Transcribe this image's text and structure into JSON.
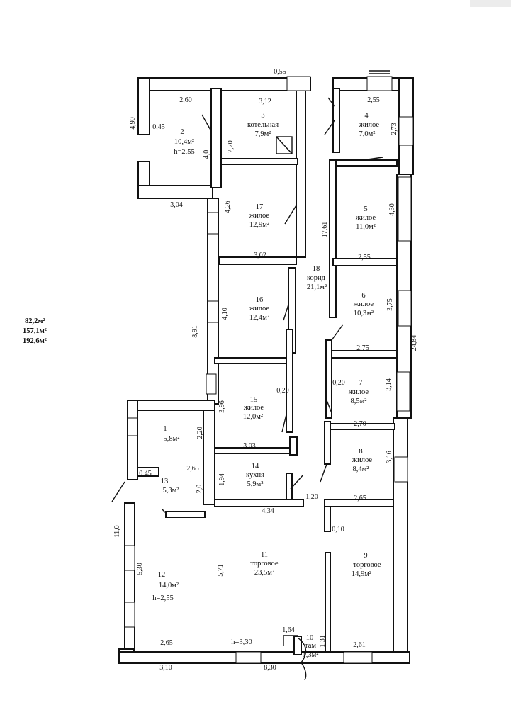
{
  "totals": [
    "82,2м²",
    "157,1м²",
    "192,6м²"
  ],
  "rooms": {
    "r1": {
      "num": "1",
      "area": "5,8м²"
    },
    "r2": {
      "num": "2",
      "area": "10,4м²",
      "h": "h=2,55"
    },
    "r3": {
      "num": "3",
      "name": "котельная",
      "area": "7,9м²"
    },
    "r4": {
      "num": "4",
      "name": "жилое",
      "area": "7,0м²"
    },
    "r5": {
      "num": "5",
      "name": "жилое",
      "area": "11,0м²"
    },
    "r6": {
      "num": "6",
      "name": "жилое",
      "area": "10,3м²"
    },
    "r7": {
      "num": "7",
      "name": "жилое",
      "area": "8,5м²"
    },
    "r8": {
      "num": "8",
      "name": "жилое",
      "area": "8,4м²"
    },
    "r9": {
      "num": "9",
      "name": "торговое",
      "area": "14,9м²"
    },
    "r10": {
      "num": "10",
      "name": "там",
      "area": "1,3м²"
    },
    "r11": {
      "num": "11",
      "name": "торговое",
      "area": "23,5м²"
    },
    "r12": {
      "num": "12",
      "area": "14,0м²",
      "h": "h=2,55"
    },
    "r13": {
      "num": "13",
      "area": "5,3м²"
    },
    "r14": {
      "num": "14",
      "name": "кухня",
      "area": "5,9м²"
    },
    "r15": {
      "num": "15",
      "name": "жилое",
      "area": "12,0м²"
    },
    "r16": {
      "num": "16",
      "name": "жилое",
      "area": "12,4м²"
    },
    "r17": {
      "num": "17",
      "name": "жилое",
      "area": "12,9м²"
    },
    "r18": {
      "num": "18",
      "name": "корид",
      "area": "21,1м²"
    },
    "h11": "h=3,30"
  },
  "dims": {
    "d_055": "0,55",
    "d_260": "2,60",
    "d_312": "3,12",
    "d_255a": "2,55",
    "d_490": "4,90",
    "d_045a": "0,45",
    "d_40": "4,0",
    "d_270a": "2,70",
    "d_273": "2,73",
    "d_304": "3,04",
    "d_426": "4,26",
    "d_1761": "17,61",
    "d_430": "4,30",
    "d_302": "3,02",
    "d_255b": "2,55",
    "d_410": "4,10",
    "d_375": "3,75",
    "d_891": "8,91",
    "d_2484": "24,84",
    "d_275": "2,75",
    "d_020a": "0,20",
    "d_020b": "0,20",
    "d_396": "3,96",
    "d_314": "3,14",
    "d_220": "2,20",
    "d_270b": "2,70",
    "d_303": "3,03",
    "d_316": "3,16",
    "d_265a": "2,65",
    "d_045b": "0,45",
    "d_194": "1,94",
    "d_20": "2,0",
    "d_120": "1,20",
    "d_265b": "2,65",
    "d_434": "4,34",
    "d_010": "0,10",
    "d_110": "11,0",
    "d_571": "5,71",
    "d_530": "5,30",
    "d_164": "1,64",
    "d_131": "1,31",
    "d_265c": "2,65",
    "d_261": "2,61",
    "d_310": "3,10",
    "d_830": "8,30"
  }
}
